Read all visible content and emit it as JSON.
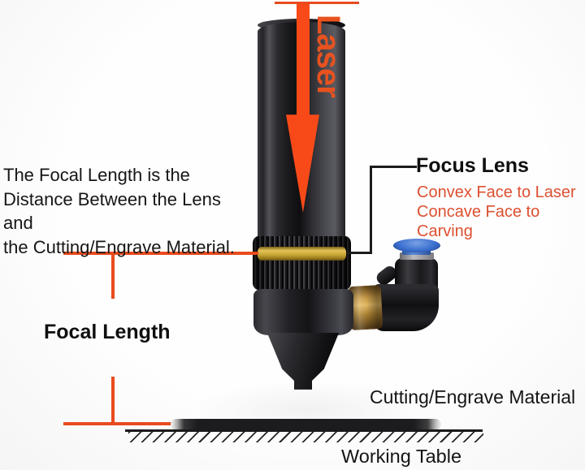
{
  "annotation": {
    "definition_line1": "The Focal Length is the",
    "definition_line2": "Distance Between the Lens and",
    "definition_line3": "the Cutting/Engrave Material."
  },
  "labels": {
    "laser": "Laser",
    "focus_lens_title": "Focus Lens",
    "focus_lens_note1": "Convex Face to Laser",
    "focus_lens_note2": "Concave Face to Carving",
    "focal_length": "Focal Length",
    "cutting_material": "Cutting/Engrave Material",
    "working_table": "Working Table"
  },
  "colors": {
    "accent_orange": "#e94b1e",
    "laser_arrow": "#f74a18",
    "laser_text": "#e8521f",
    "note_orange": "#dc5030",
    "lens_gold": "#c8a636",
    "fitting_blue": "#3b6fd0",
    "fitting_brass": "#c79a47",
    "text_dark": "#1a1a1a"
  }
}
